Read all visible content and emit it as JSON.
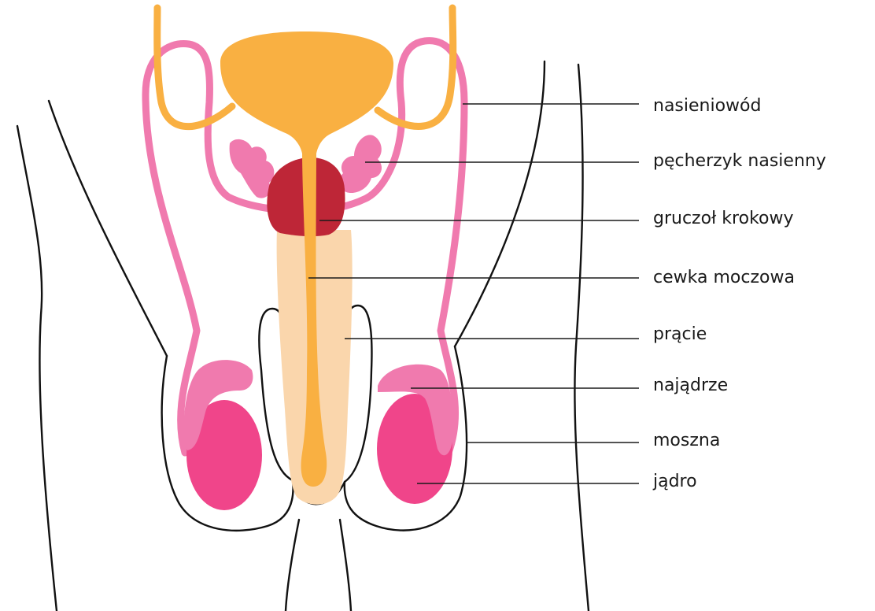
{
  "labels": {
    "vas_deferens": "nasieniowód",
    "seminal_vesicle": "pęcherzyk nasienny",
    "prostate": "gruczoł krokowy",
    "urethra": "cewka moczowa",
    "penis": "prącie",
    "epididymis": "najądrze",
    "scrotum": "moszna",
    "testis": "jądro"
  },
  "colors": {
    "bladder_urethra": "#F9B042",
    "vas_deferens": "#F07AAE",
    "seminal_vesicle": "#F07AAE",
    "prostate": "#BE2637",
    "penis_tissue": "#FAD6AC",
    "epididymis": "#F07AAE",
    "testis": "#F0458A",
    "outline": "#111111"
  }
}
